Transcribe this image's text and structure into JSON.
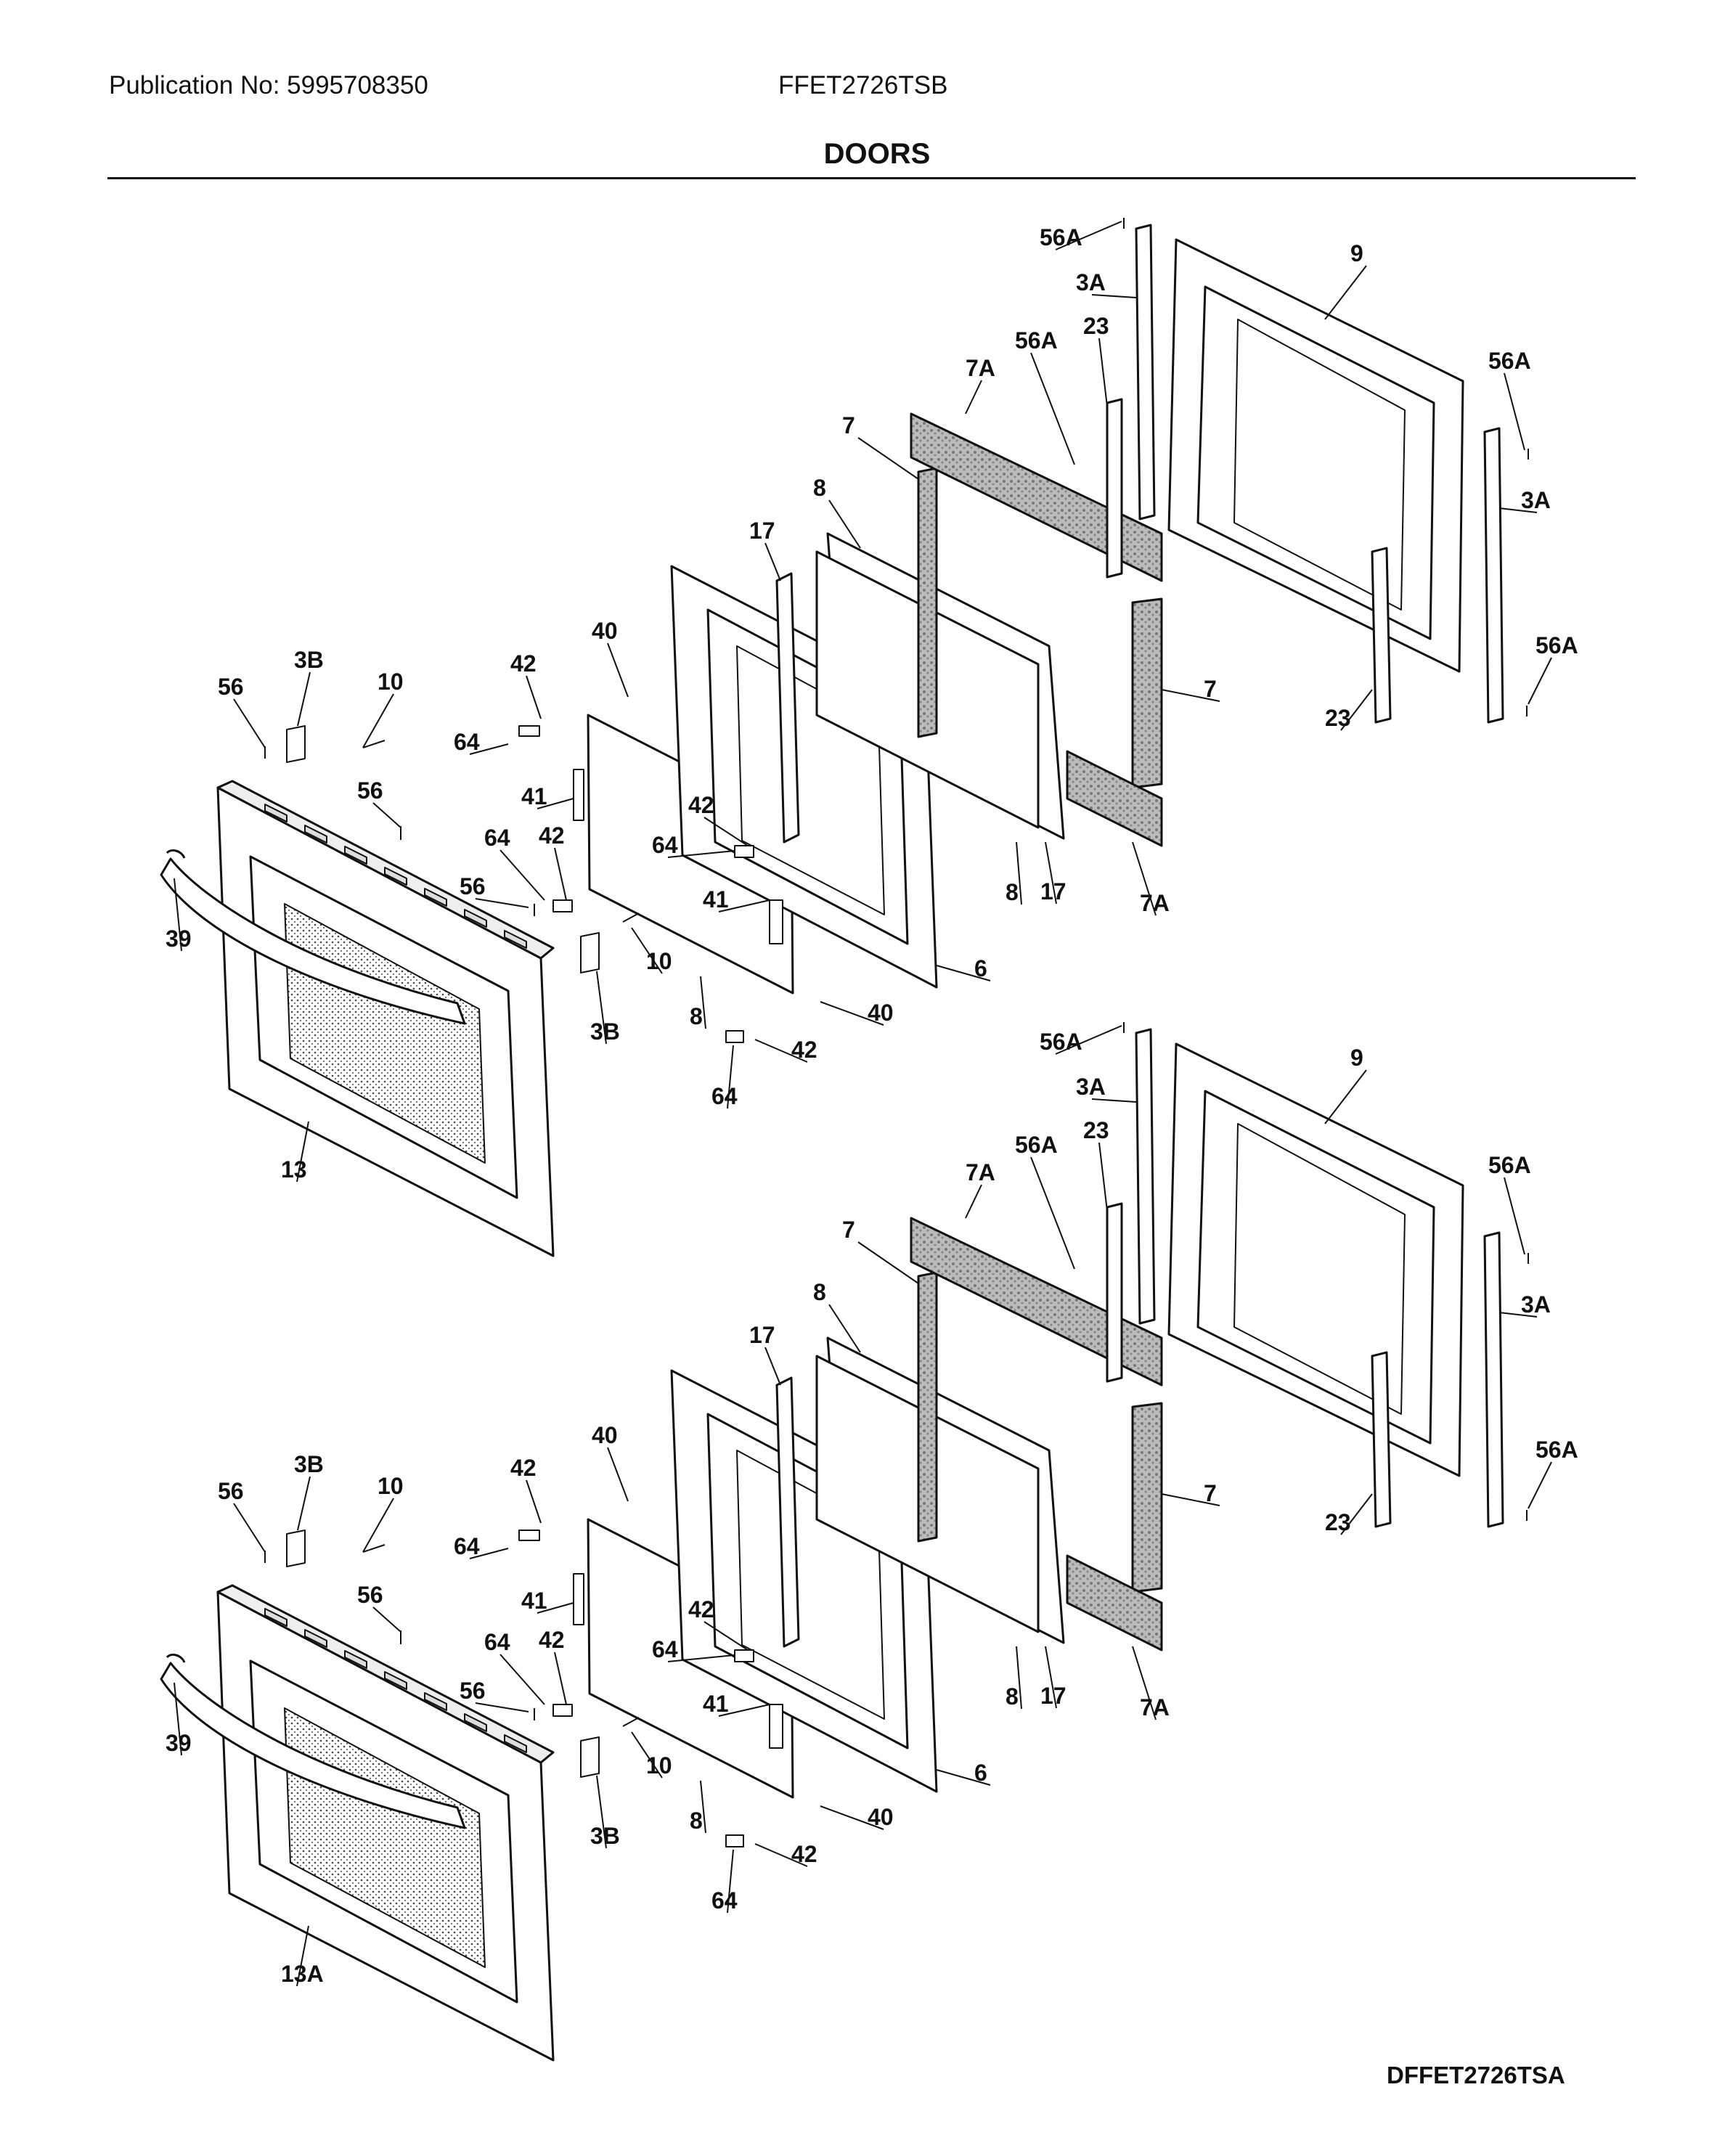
{
  "header": {
    "publication": "Publication No: 5995708350",
    "model": "FFET2726TSB",
    "title": "DOORS"
  },
  "footer": {
    "diagram_code": "DFFET2726TSA"
  },
  "assemblies": [
    {
      "labels": [
        "56A",
        "3A",
        "9",
        "56A",
        "23",
        "7A",
        "56A",
        "7",
        "3A",
        "8",
        "17",
        "40",
        "42",
        "56",
        "3B",
        "10",
        "64",
        "41",
        "56",
        "42",
        "64",
        "56",
        "64",
        "39",
        "42",
        "41",
        "17",
        "7",
        "8",
        "7A",
        "10",
        "6",
        "8",
        "40",
        "3B",
        "42",
        "64",
        "13",
        "23",
        "56A"
      ]
    },
    {
      "labels": [
        "56A",
        "3A",
        "9",
        "56A",
        "23",
        "7A",
        "56A",
        "7",
        "3A",
        "8",
        "17",
        "40",
        "42",
        "56",
        "3B",
        "10",
        "64",
        "41",
        "56",
        "42",
        "64",
        "56",
        "64",
        "39",
        "42",
        "41",
        "17",
        "7",
        "8",
        "7A",
        "10",
        "6",
        "8",
        "40",
        "3B",
        "42",
        "64",
        "13A",
        "23",
        "56A"
      ]
    }
  ]
}
